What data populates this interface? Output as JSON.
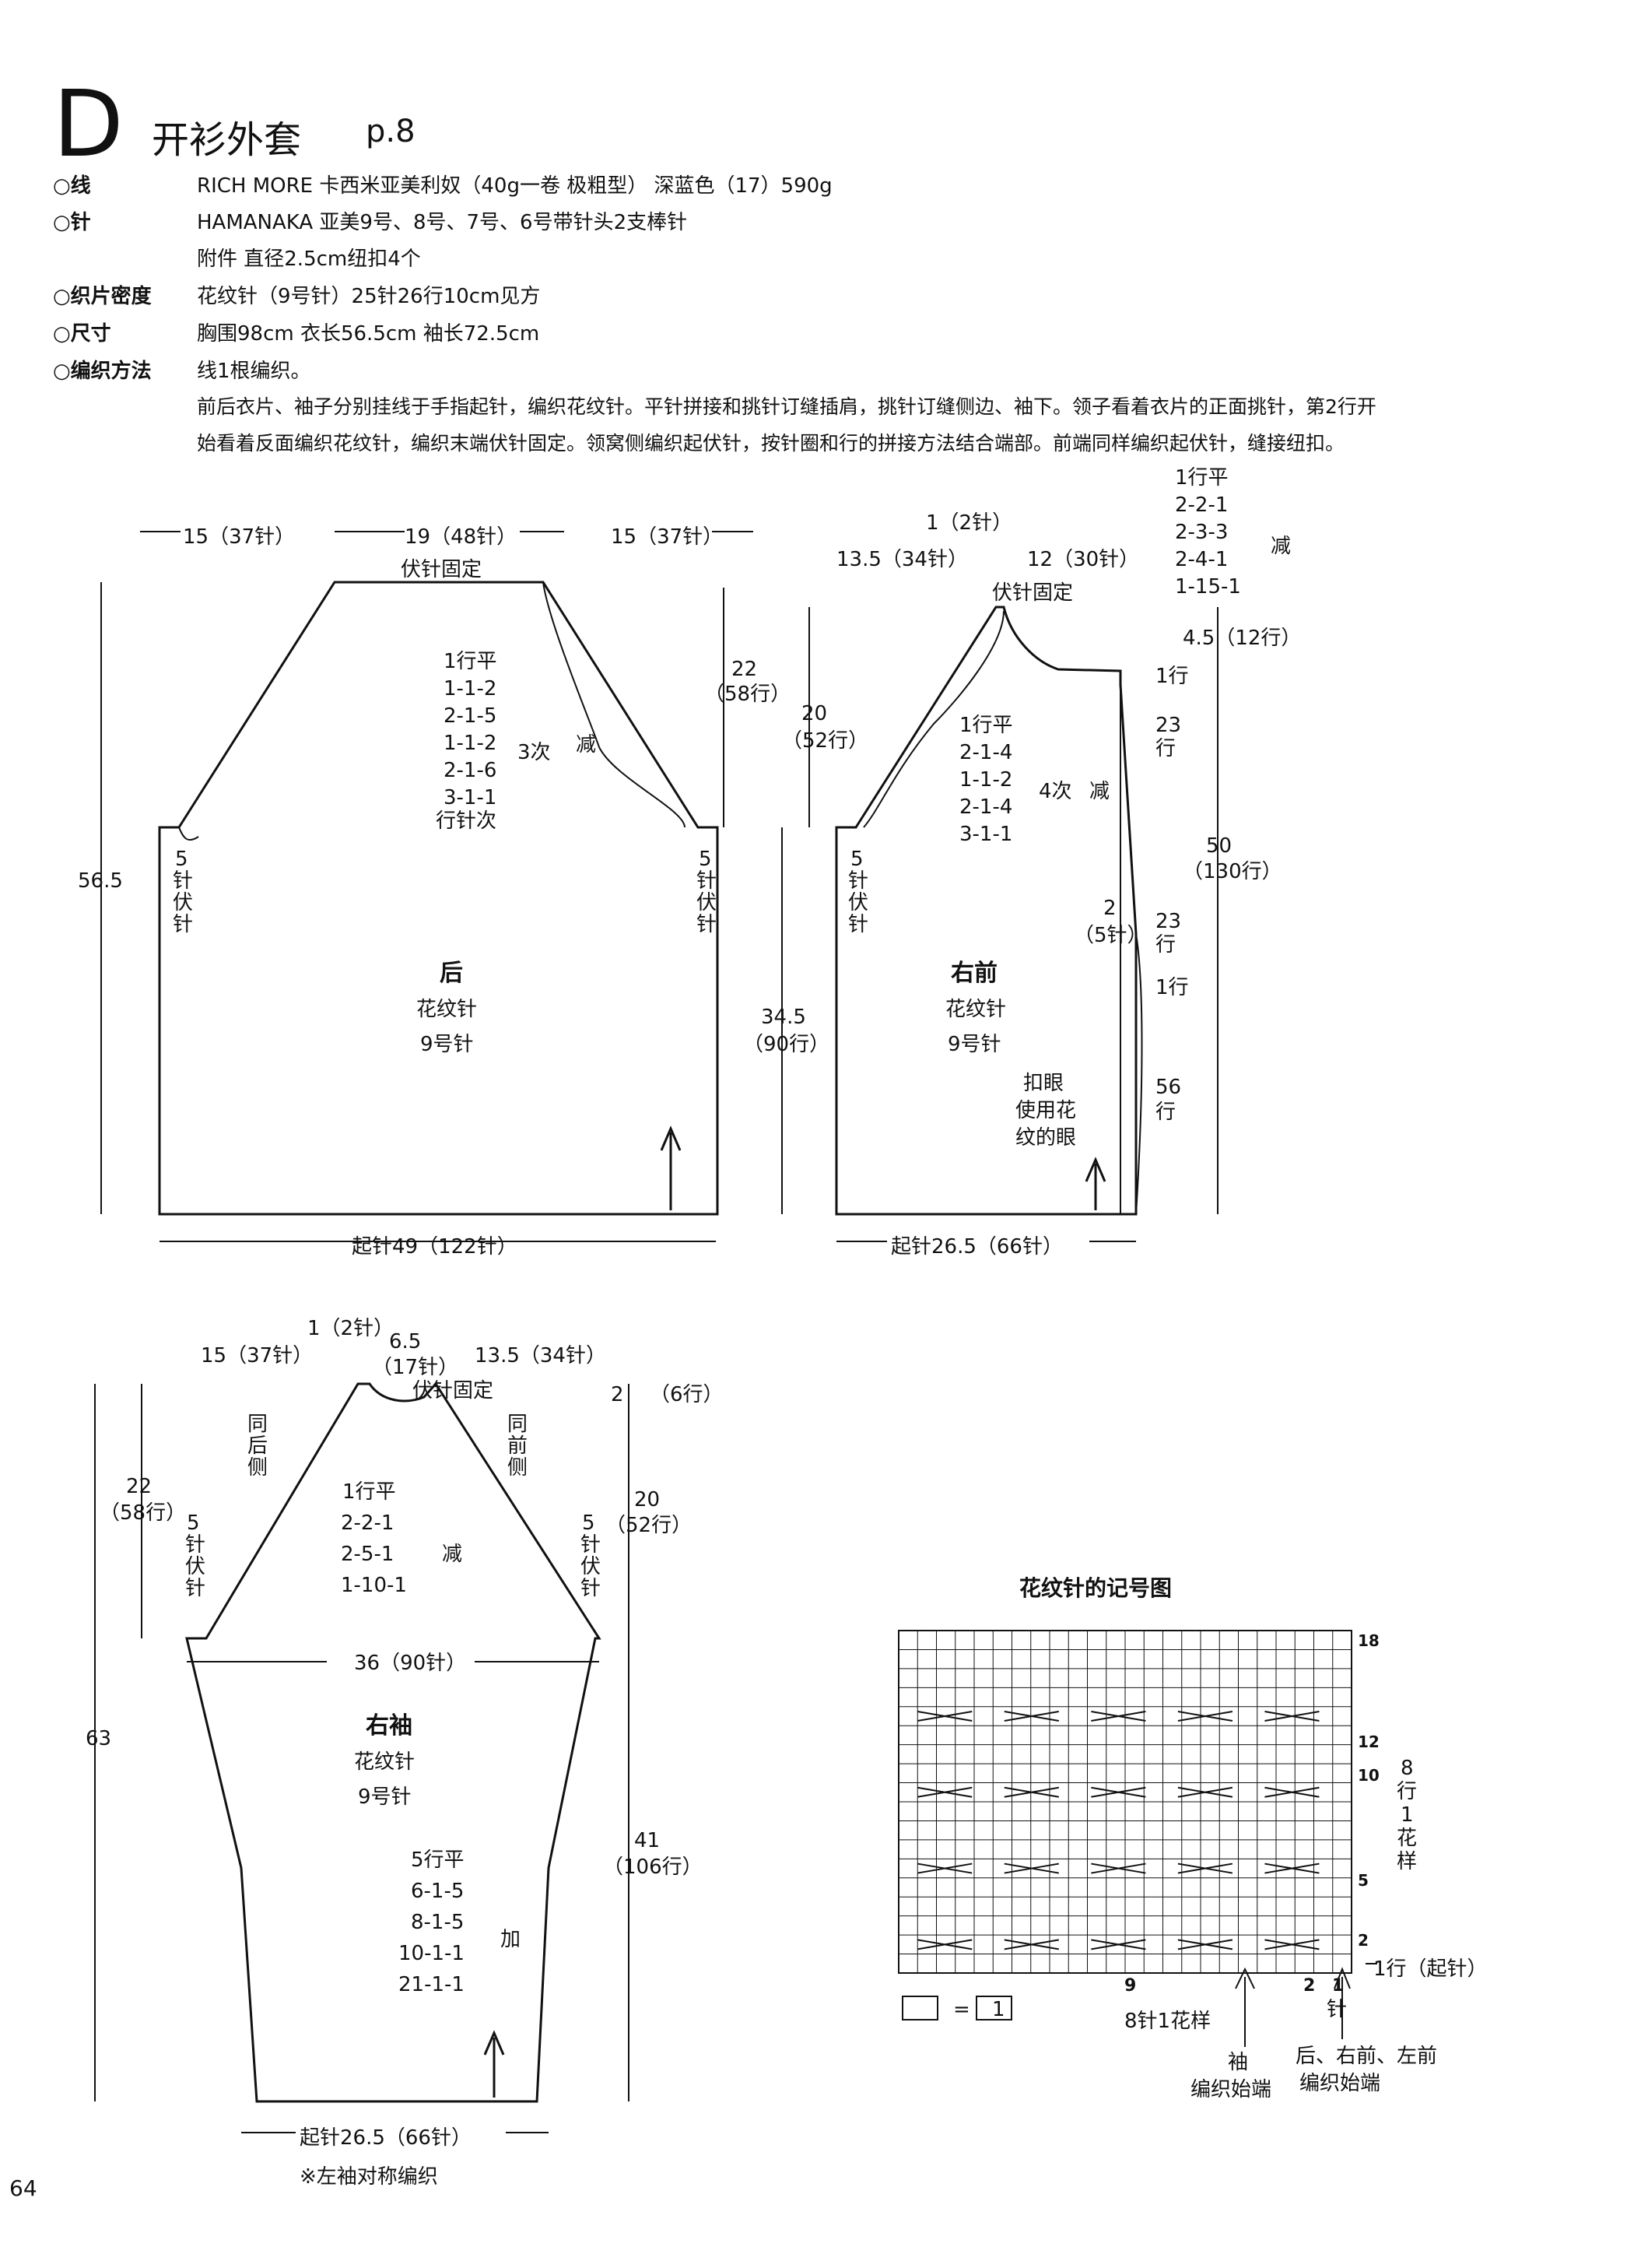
{
  "header": {
    "letter": "D",
    "title": "开衫外套",
    "page_ref": "p.8"
  },
  "materials": {
    "yarn_label": "○线",
    "yarn_value": "RICH MORE 卡西米亚美利奴（40g一卷  极粗型）  深蓝色（17）590g",
    "needle_label": "○针",
    "needle_value": "HAMANAKA 亚美9号、8号、7号、6号带针头2支棒针",
    "accessory_value": "附件      直径2.5cm纽扣4个",
    "gauge_label": "○织片密度",
    "gauge_value": "花纹针（9号针）25针26行10cm见方",
    "size_label": "○尺寸",
    "size_value": "胸围98cm  衣长56.5cm  袖长72.5cm",
    "method_label": "○编织方法",
    "method_line1": "线1根编织。",
    "method_line2": "前后衣片、袖子分别挂线于手指起针，编织花纹针。平针拼接和挑针订缝插肩，挑针订缝侧边、袖下。领子看着衣片的正面挑针，第2行开",
    "method_line3": "始看着反面编织花纹针，编织末端伏针固定。领窝侧编织起伏针，按针圈和行的拼接方法结合端部。前端同样编织起伏针，缝接纽扣。"
  },
  "back": {
    "top_left": "15（37针）",
    "top_mid": "19（48针）",
    "top_right": "15（37针）",
    "bind_off": "伏针固定",
    "height_total": "56.5",
    "raglan_height": "22",
    "raglan_rows": "（58行）",
    "dec_lines": [
      "1行平",
      "1-1-2",
      "2-1-5",
      "1-1-2",
      "2-1-6",
      "3-1-1",
      "行针次"
    ],
    "dec_times": "3次",
    "dec_word": "减",
    "underarm_left": [
      "5",
      "针",
      "伏",
      "针"
    ],
    "underarm_right": [
      "5",
      "针",
      "伏",
      "针"
    ],
    "name": "后",
    "stitch": "花纹针",
    "needle": "9号针",
    "cast_on": "起针49（122针）"
  },
  "front": {
    "top_1": "1（2针）",
    "top_left": "13.5（34针）",
    "top_right": "12（30针）",
    "bind_off": "伏针固定",
    "neck_dec": [
      "1行平",
      "2-2-1",
      "2-3-3",
      "2-4-1",
      "1-15-1"
    ],
    "neck_dec_word": "减",
    "neck_width": "4.5（12行）",
    "raglan_h": "20",
    "raglan_rows": "（52行）",
    "side_h": "34.5",
    "side_rows": "（90行）",
    "row1": "1行",
    "rows23a": [
      "23",
      "行"
    ],
    "rows23b": [
      "23",
      "行"
    ],
    "row1b": "1行",
    "rows56": [
      "56",
      "行"
    ],
    "btn_spacing": "2",
    "btn_spacing2": "（5针）",
    "front_height": "50",
    "front_rows": "（130行）",
    "dec_lines": [
      "1行平",
      "2-1-4",
      "1-1-2",
      "2-1-4",
      "3-1-1"
    ],
    "dec_times": "4次",
    "dec_word": "减",
    "underarm": [
      "5",
      "针",
      "伏",
      "针"
    ],
    "name": "右前",
    "stitch": "花纹针",
    "needle": "9号针",
    "buttonhole": [
      "扣眼",
      "使用花",
      "纹的眼"
    ],
    "cast_on": "起针26.5（66针）"
  },
  "sleeve": {
    "top_1": "1（2针）",
    "top_65": "6.5",
    "top_17": "（17针）",
    "top_left": "15（37针）",
    "top_right": "13.5（34针）",
    "bind_off": "伏针固定",
    "right_top": "2",
    "right_top_rows": "（6行）",
    "left_h": "22",
    "left_rows": "（58行）",
    "right_h": "20",
    "right_rows": "（52行）",
    "same_back": [
      "同",
      "后",
      "侧"
    ],
    "same_front": [
      "同",
      "前",
      "侧"
    ],
    "dec_lines": [
      "1行平",
      "2-2-1",
      "2-5-1",
      "1-10-1"
    ],
    "dec_word": "减",
    "underarm_left": [
      "5",
      "针",
      "伏",
      "针"
    ],
    "underarm_right": [
      "5",
      "针",
      "伏",
      "针"
    ],
    "total_h": "63",
    "width": "36（90针）",
    "name": "右袖",
    "stitch": "花纹针",
    "needle": "9号针",
    "inc_lines": [
      "5行平",
      "6-1-5",
      "8-1-5",
      "10-1-1",
      "21-1-1"
    ],
    "inc_word": "加",
    "lower_h": "41",
    "lower_rows": "（106行）",
    "cast_on": "起针26.5（66针）",
    "note": "※左袖对称编织"
  },
  "chart": {
    "title": "花纹针的记号图",
    "row_nums": [
      "18",
      "12",
      "10",
      "5",
      "2"
    ],
    "repeat_rows": [
      "8",
      "行",
      "1",
      "花",
      "样"
    ],
    "first_row": "1行（起针）",
    "col_9": "9",
    "col_2": "2",
    "col_1": "1",
    "col_zhen": "针",
    "legend_eq": "=",
    "legend_1": "1",
    "repeat_st": "8针1花样",
    "sleeve_start": [
      "袖",
      "编织始端"
    ],
    "body_start": [
      "后、右前、左前",
      "编织始端"
    ]
  },
  "page_number": "64"
}
